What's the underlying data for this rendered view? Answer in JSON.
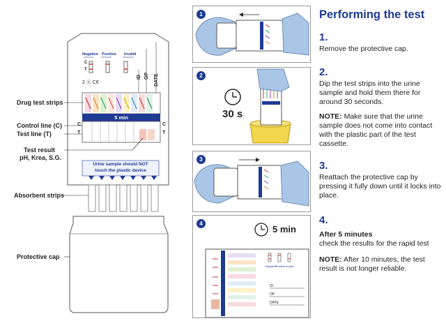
{
  "left_diagram": {
    "callouts": {
      "drug_strips": "Drug test strips",
      "control_line": "Control line (C)",
      "test_line": "Test line (T)",
      "result_title": "Test result",
      "result_sub": "pH,  Krea, S.G.",
      "absorbent": "Absorbent strips",
      "cap": "Protective cap"
    },
    "cassette": {
      "legend": [
        "Negative",
        "Positive",
        "Invalid"
      ],
      "c_letter": "C",
      "t_letter": "T",
      "ce_mark": "2 ⓔ C€",
      "fields": [
        "ID",
        "OP",
        "DATE"
      ],
      "timer_band": "5 min",
      "warning_line1": "Urine sample should NOT",
      "warning_line2": "touch the plastic device"
    }
  },
  "panels": [
    {
      "number": "1"
    },
    {
      "number": "2",
      "time_label": "30 s"
    },
    {
      "number": "3"
    },
    {
      "number": "4",
      "time_label": "5 min",
      "card_labels": {
        "negative": "Negative",
        "positive": "Positive",
        "invalid": "Invalid",
        "id": "ID",
        "op": "OP",
        "date": "DATE"
      }
    }
  ],
  "instructions": {
    "title": "Performing the test",
    "steps": [
      {
        "number": "1.",
        "text": "Remove the protective cap."
      },
      {
        "number": "2.",
        "text": "Dip the test strips into the urine sample and hold them there for around 30 seconds.",
        "note_label": "NOTE:",
        "note_text": " Make sure that the urine sample does not come into contact with the plastic part of the test cassette."
      },
      {
        "number": "3.",
        "text": "Reattach the protective cap by pressing it fully down until it locks into place."
      },
      {
        "number": "4.",
        "lead": "After 5 minutes",
        "text": "check the results for the rapid test",
        "note_label": "NOTE:",
        "note_text": " After 10 minutes, the test result is not longer reliable."
      }
    ]
  },
  "colors": {
    "accent": "#1f3a93",
    "glove": "#a9c6e6",
    "urine": "#f2d64b"
  }
}
